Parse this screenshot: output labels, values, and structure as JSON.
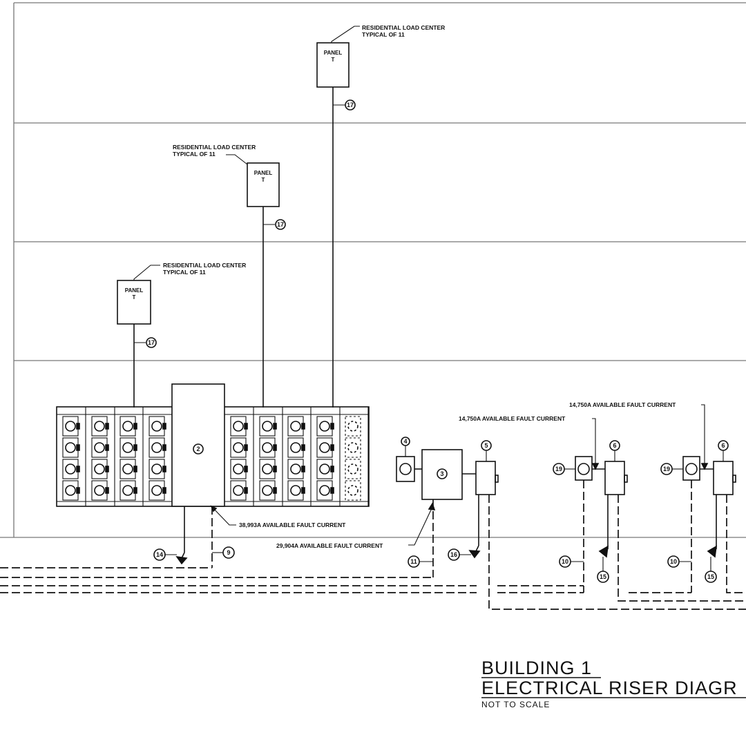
{
  "floors": [
    {
      "panel_label": "PANEL",
      "panel_id": "T",
      "note_line1": "RESIDENTIAL LOAD CENTER",
      "note_line2": "TYPICAL OF 11",
      "feeder_tag": "17"
    },
    {
      "panel_label": "PANEL",
      "panel_id": "T",
      "note_line1": "RESIDENTIAL LOAD CENTER",
      "note_line2": "TYPICAL OF 11",
      "feeder_tag": "17"
    },
    {
      "panel_label": "PANEL",
      "panel_id": "T",
      "note_line1": "RESIDENTIAL LOAD CENTER",
      "note_line2": "TYPICAL OF 11",
      "feeder_tag": "17"
    }
  ],
  "meter_center": {
    "main_tag": "2",
    "fault_current": "38,993A AVAILABLE FAULT CURRENT",
    "ground_tag": "14",
    "conduit_tag": "9"
  },
  "house_service": {
    "meter_tag": "4",
    "transformer_tag": "3",
    "disconnect_tag": "5",
    "fault_current": "29,904A AVAILABLE FAULT CURRENT",
    "conduit_tag": "11",
    "ground_tag": "16"
  },
  "service_a": {
    "fault_current": "14,750A AVAILABLE FAULT CURRENT",
    "disconnect_tag": "6",
    "meter_tag": "19",
    "conduit_tag": "10",
    "ground_tag": "15"
  },
  "service_b": {
    "fault_current": "14,750A AVAILABLE FAULT CURRENT",
    "disconnect_tag": "6",
    "meter_tag": "19",
    "conduit_tag": "10",
    "ground_tag": "15"
  },
  "title_block": {
    "line1": "BUILDING 1",
    "line2": "ELECTRICAL RISER DIAGR",
    "subtitle": "NOT TO SCALE"
  }
}
